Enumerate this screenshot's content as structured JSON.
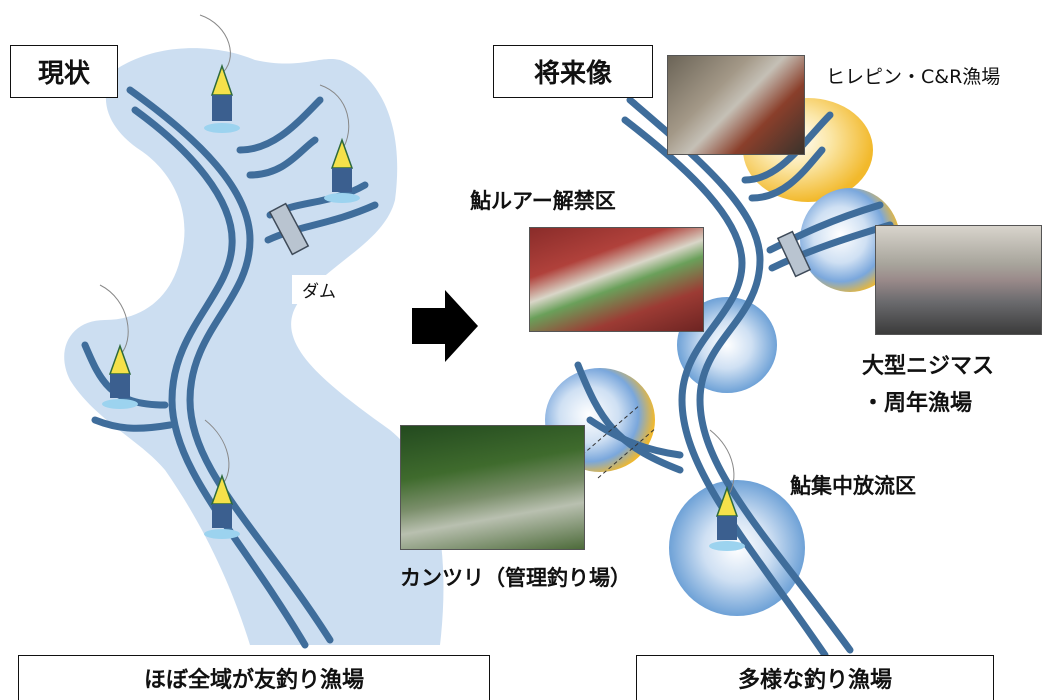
{
  "left": {
    "title": "現状",
    "dam_label": "ダム",
    "footer": "ほぼ全域が友釣り漁場"
  },
  "right": {
    "title": "将来像",
    "footer": "多様な釣り漁場",
    "zones": {
      "catch_release": "ヒレピン・C&R漁場",
      "lure": "鮎ルアー解禁区",
      "rainbow_line1": "大型ニジマス",
      "rainbow_line2": "・周年漁場",
      "concentrated": "鮎集中放流区",
      "managed": "カンツリ（管理釣り場）"
    }
  },
  "arrow_icon": "right-arrow-icon",
  "colors": {
    "river": "#3f6d9b",
    "basin": "#c9dcf0",
    "blue_zone": "#5b95d1",
    "yellow_zone": "#f2b92c",
    "text": "#111111"
  }
}
